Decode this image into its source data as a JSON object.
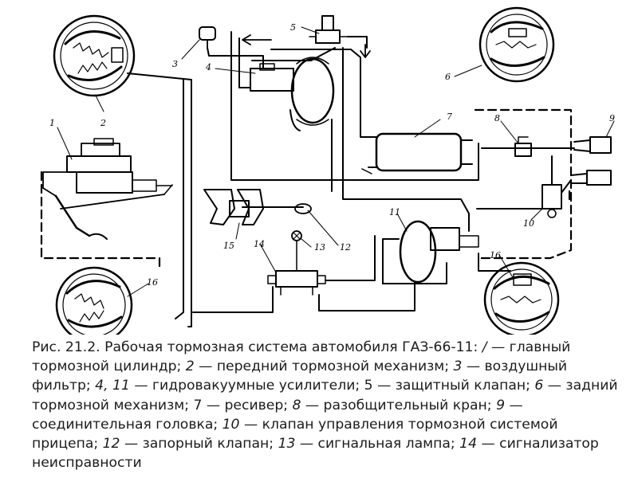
{
  "labels": [
    "1",
    "2",
    "3",
    "4",
    "5",
    "6",
    "7",
    "8",
    "9",
    "10",
    "11",
    "12",
    "13",
    "15",
    "14",
    "16",
    "16"
  ],
  "caption": [
    {
      "t": "Рис. 21.2. Рабочая тормозная система автомобиля ГАЗ-66-11: ",
      "i": false
    },
    {
      "t": "/",
      "i": true
    },
    {
      "t": " — главный тормозной цилиндр; ",
      "i": false
    },
    {
      "t": "2",
      "i": true
    },
    {
      "t": " — передний тормозной механизм; ",
      "i": false
    },
    {
      "t": "3",
      "i": true
    },
    {
      "t": " — воздушный фильтр; ",
      "i": false
    },
    {
      "t": "4, 11",
      "i": true
    },
    {
      "t": " — гидровакуумные усилители; 5 — защитный клапан; ",
      "i": false
    },
    {
      "t": "6",
      "i": true
    },
    {
      "t": " — задний тормозной механизм; 7 — ресивер; ",
      "i": false
    },
    {
      "t": "8",
      "i": true
    },
    {
      "t": " — разобщительный кран; ",
      "i": false
    },
    {
      "t": "9",
      "i": true
    },
    {
      "t": " — соединительная головка; ",
      "i": false
    },
    {
      "t": "10",
      "i": true
    },
    {
      "t": " — клапан управления тормозной системой прицепа; ",
      "i": false
    },
    {
      "t": "12",
      "i": true
    },
    {
      "t": " — запорный клапан; ",
      "i": false
    },
    {
      "t": "13",
      "i": true
    },
    {
      "t": " — сигнальная лампа; ",
      "i": false
    },
    {
      "t": "14",
      "i": true
    },
    {
      "t": " — сигнализатор неисправности ",
      "i": false
    }
  ]
}
